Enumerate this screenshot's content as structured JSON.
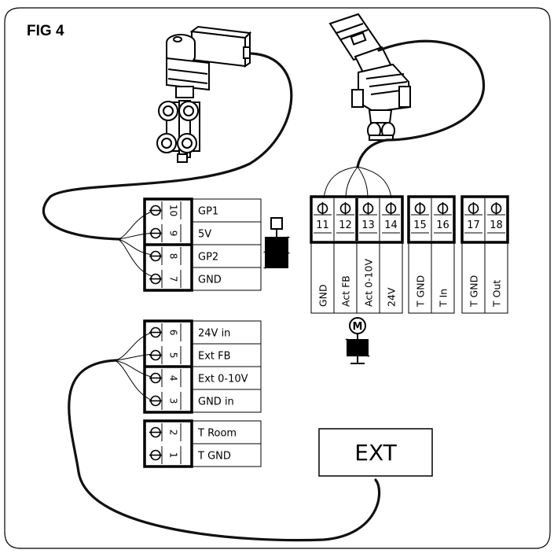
{
  "figure": {
    "title": "FIG 4",
    "ext_label": "EXT",
    "actuator_symbol_letter": "M"
  },
  "left_top_terminals": [
    {
      "number": "10",
      "label": "GP1"
    },
    {
      "number": "9",
      "label": "5V"
    },
    {
      "number": "8",
      "label": "GP2"
    },
    {
      "number": "7",
      "label": "GND"
    }
  ],
  "left_mid_terminals": [
    {
      "number": "6",
      "label": "24V  in"
    },
    {
      "number": "5",
      "label": "Ext  FB"
    },
    {
      "number": "4",
      "label": "Ext  0-10V"
    },
    {
      "number": "3",
      "label": "GND  in"
    }
  ],
  "left_bottom_terminals": [
    {
      "number": "2",
      "label": "T Room"
    },
    {
      "number": "1",
      "label": "T GND"
    }
  ],
  "top_terminals": [
    {
      "number": "11",
      "label": "GND"
    },
    {
      "number": "12",
      "label": "Act FB"
    },
    {
      "number": "13",
      "label": "Act 0-10V"
    },
    {
      "number": "14",
      "label": "24V"
    },
    {
      "number": "15",
      "label": "T GND"
    },
    {
      "number": "16",
      "label": "T In"
    },
    {
      "number": "17",
      "label": "T GND"
    },
    {
      "number": "18",
      "label": "T Out"
    }
  ],
  "icons": {
    "valve_actuator_left": "motorized-zone-valve-icon",
    "valve_actuator_right": "pressure-independent-valve-icon",
    "thermo_valve_symbol": "thermostatic-valve-symbol-icon",
    "motor_valve_symbol": "motor-valve-symbol-icon"
  }
}
